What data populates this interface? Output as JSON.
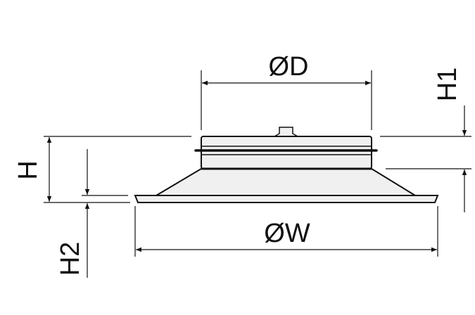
{
  "labels": {
    "diameter_d": "ØD",
    "diameter_w": "ØW",
    "height_h": "H",
    "height_h1": "H1",
    "height_h2": "H2"
  },
  "colors": {
    "line": "#111111",
    "fill": "#f0f0f0"
  }
}
